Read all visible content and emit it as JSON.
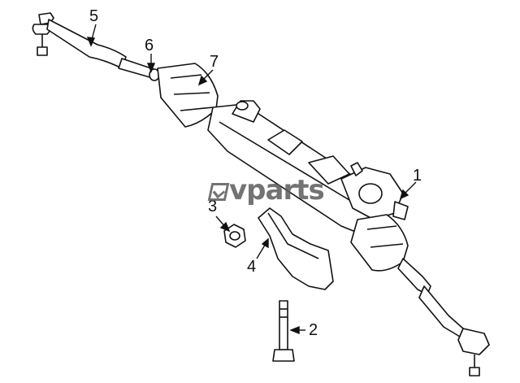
{
  "diagram": {
    "callouts": [
      {
        "id": "1",
        "label": "1"
      },
      {
        "id": "2",
        "label": "2"
      },
      {
        "id": "3",
        "label": "3"
      },
      {
        "id": "4",
        "label": "4"
      },
      {
        "id": "5",
        "label": "5"
      },
      {
        "id": "6",
        "label": "6"
      },
      {
        "id": "7",
        "label": "7"
      }
    ],
    "watermark": "vparts"
  }
}
